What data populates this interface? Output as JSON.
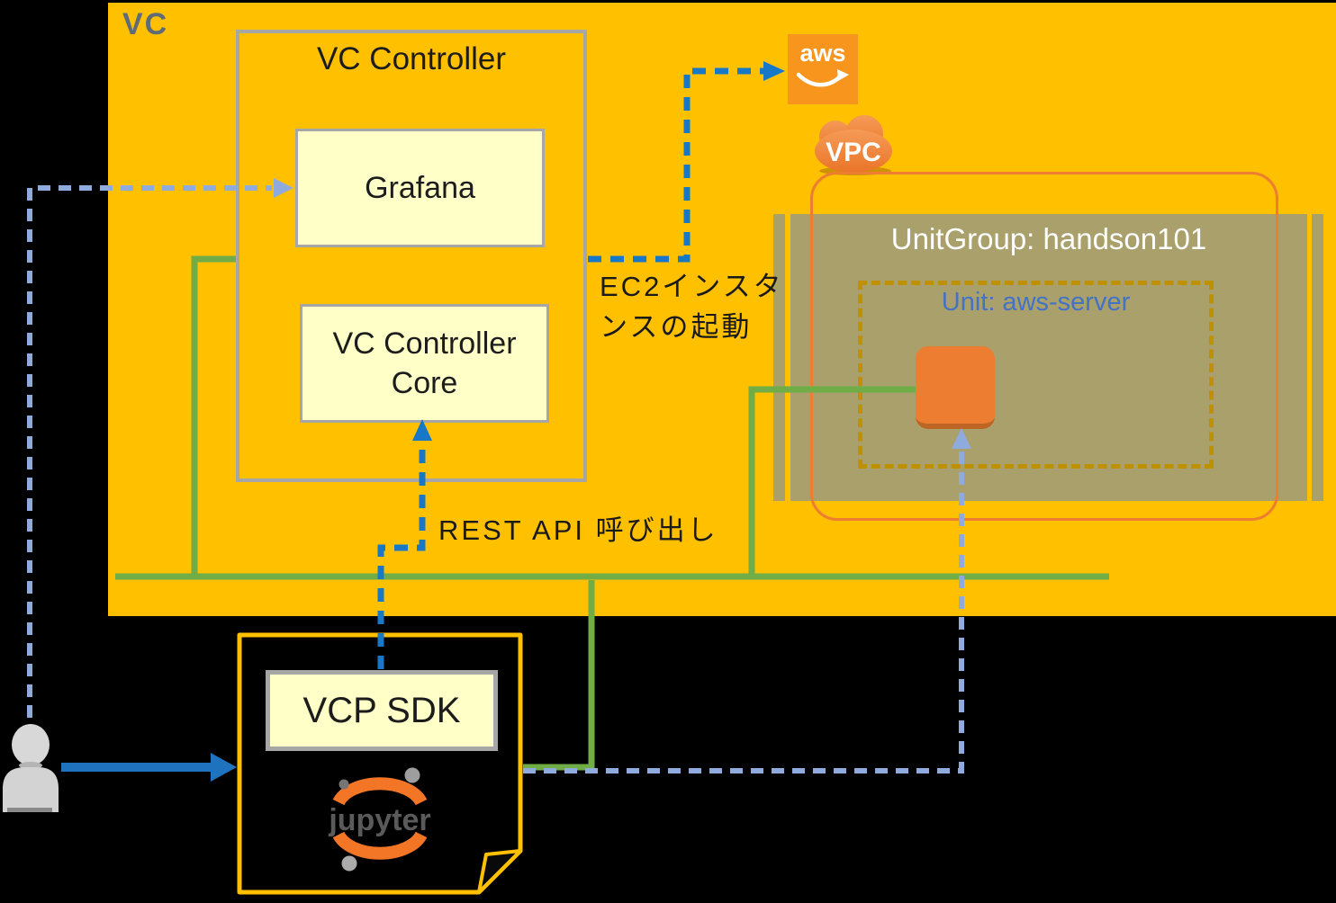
{
  "diagram": {
    "vc_label": "VC",
    "vc_controller_label": "VC Controller",
    "grafana_label": "Grafana",
    "vc_controller_core_label": "VC Controller Core",
    "aws_label": "aws",
    "vpc_label": "VPC",
    "unitgroup_label": "UnitGroup: handson101",
    "unit_label": "Unit: aws-server",
    "ec2_action_label_line1": "EC2インスタ",
    "ec2_action_label_line2": "ンスの起動",
    "rest_api_label": "REST API 呼び出し",
    "vcp_sdk_label": "VCP SDK",
    "jupyter_label": "jupyter"
  },
  "colors": {
    "vc_background": "#FFC000",
    "node_fill": "#FFFFC8",
    "node_border": "#A6A6A6",
    "lan_green": "#70AD47",
    "dashed_blue": "#1878C8",
    "dashed_periwinkle": "#8FAADC",
    "solid_arrow_blue": "#1F72BE",
    "vpc_border": "#ED7D31",
    "unitgroup_fill": "#A9A06C",
    "unit_dashed_border": "#BF9000",
    "unit_text": "#4472C4",
    "aws_icon_orange": "#F7951D",
    "ec2_icon_orange": "#ED7D31",
    "jupyter_orange": "#F37626",
    "notebook_border": "#FFC000"
  }
}
